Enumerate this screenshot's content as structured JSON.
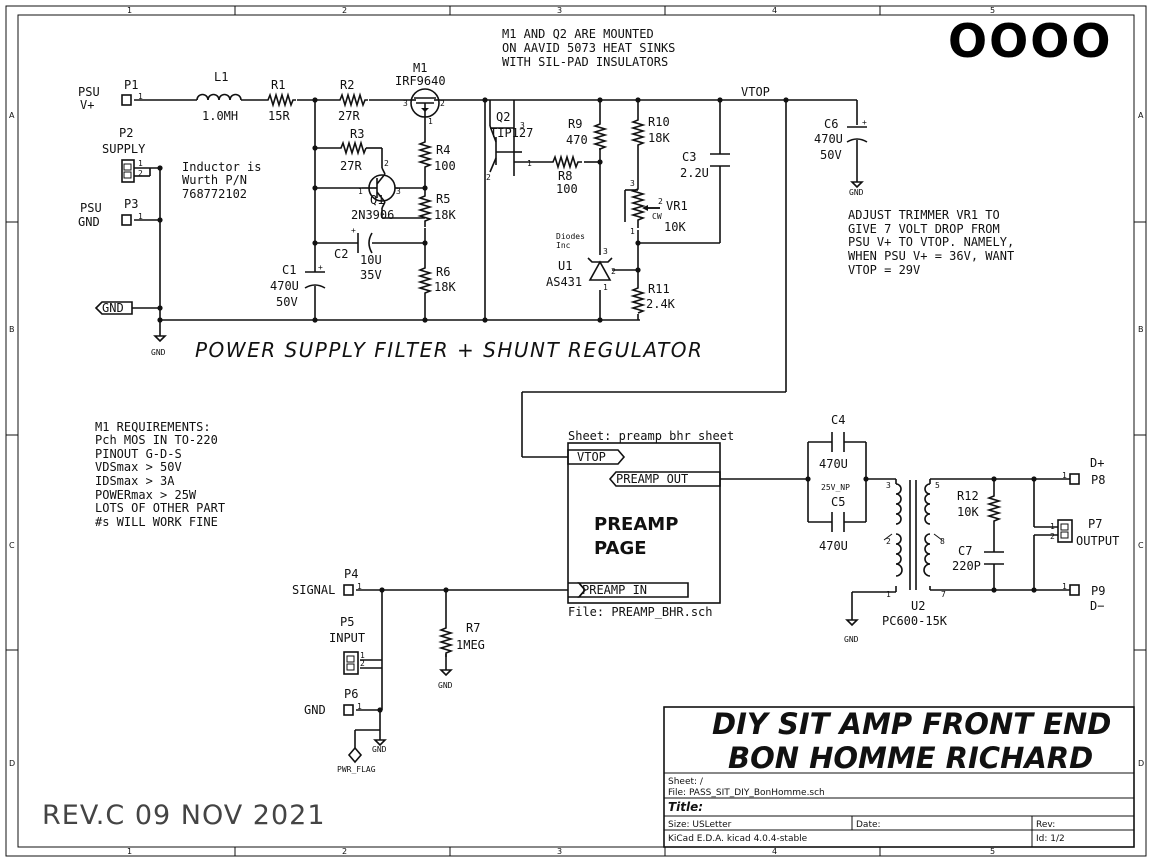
{
  "frame": {
    "cols": [
      "1",
      "2",
      "3",
      "4",
      "5"
    ],
    "rows": [
      "A",
      "B",
      "C",
      "D"
    ]
  },
  "logo": "OOOO",
  "heatsink_note": [
    "M1 AND Q2 ARE MOUNTED",
    "ON AAVID 5073 HEAT SINKS",
    "WITH SIL-PAD INSULATORS"
  ],
  "inductor_note": [
    "Inductor is",
    "Wurth P/N",
    "768772102"
  ],
  "adjust_note": [
    "ADJUST TRIMMER VR1 TO",
    "GIVE 7 VOLT DROP FROM",
    "PSU V+ TO VTOP.  NAMELY,",
    "WHEN PSU V+ = 36V, WANT",
    "VTOP = 29V"
  ],
  "m1_req": [
    "M1 REQUIREMENTS:",
    "Pch MOS IN TO-220",
    "PINOUT G-D-S",
    "VDSmax > 50V",
    "IDSmax > 3A",
    "POWERmax > 25W",
    "LOTS OF OTHER PART",
    "#s WILL WORK FINE"
  ],
  "section_title": "POWER SUPPLY FILTER + SHUNT REGULATOR",
  "connectors": {
    "p1": {
      "ref": "P1",
      "name": "PSU",
      "name2": "V+",
      "pin": "1"
    },
    "p2": {
      "ref": "P2",
      "name": "SUPPLY",
      "pin1": "1",
      "pin2": "2"
    },
    "p3": {
      "ref": "P3",
      "name": "PSU",
      "name2": "GND",
      "pin": "1"
    },
    "p4": {
      "ref": "P4",
      "name": "SIGNAL",
      "pin": "1"
    },
    "p5": {
      "ref": "P5",
      "name": "INPUT",
      "pin1": "1",
      "pin2": "2"
    },
    "p6": {
      "ref": "P6",
      "name": "GND",
      "pin": "1"
    },
    "p7": {
      "ref": "P7",
      "name": "OUTPUT",
      "pin1": "1",
      "pin2": "2"
    },
    "p8": {
      "ref": "P8",
      "name": "D+",
      "pin": "1"
    },
    "p9": {
      "ref": "P9",
      "name": "D−",
      "pin": "1"
    }
  },
  "parts": {
    "L1": {
      "ref": "L1",
      "val": "1.0MH"
    },
    "R1": {
      "ref": "R1",
      "val": "15R"
    },
    "R2": {
      "ref": "R2",
      "val": "27R"
    },
    "R3": {
      "ref": "R3",
      "val": "27R"
    },
    "M1": {
      "ref": "M1",
      "val": "IRF9640",
      "p3": "3",
      "p2": "2",
      "p1": "1"
    },
    "R4": {
      "ref": "R4",
      "val": "100"
    },
    "R5": {
      "ref": "R5",
      "val": "18K"
    },
    "R6": {
      "ref": "R6",
      "val": "18K"
    },
    "Q1": {
      "ref": "Q1",
      "val": "2N3906",
      "p1": "1",
      "p2": "2",
      "p3": "3"
    },
    "C1": {
      "ref": "C1",
      "val": "470U",
      "val2": "50V"
    },
    "C2": {
      "ref": "C2",
      "val": "10U",
      "val2": "35V"
    },
    "Q2": {
      "ref": "Q2",
      "val": "TIP127",
      "p1": "1",
      "p2": "2",
      "p3": "3"
    },
    "R8": {
      "ref": "R8",
      "val": "100"
    },
    "R9": {
      "ref": "R9",
      "val": "470"
    },
    "R10": {
      "ref": "R10",
      "val": "18K"
    },
    "C3": {
      "ref": "C3",
      "val": "2.2U"
    },
    "VR1": {
      "ref": "VR1",
      "val": "10K",
      "cw": "CW",
      "p1": "1",
      "p2": "2",
      "p3": "3"
    },
    "U1": {
      "ref": "U1",
      "val": "AS431",
      "mfr1": "Diodes",
      "mfr2": "Inc",
      "p1": "1",
      "p2": "2",
      "p3": "3"
    },
    "R11": {
      "ref": "R11",
      "val": "2.4K"
    },
    "C6": {
      "ref": "C6",
      "val": "470U",
      "val2": "50V"
    },
    "C4": {
      "ref": "C4",
      "val": "470U"
    },
    "C5": {
      "ref": "C5",
      "val": "470U",
      "rating": "25V_NP"
    },
    "R12": {
      "ref": "R12",
      "val": "10K"
    },
    "C7": {
      "ref": "C7",
      "val": "220P"
    },
    "U2": {
      "ref": "U2",
      "val": "PC600-15K",
      "p1": "1",
      "p3": "3",
      "p5": "5",
      "p7": "7",
      "p2": "2",
      "p8": "8"
    },
    "R7": {
      "ref": "R7",
      "val": "1MEG"
    }
  },
  "nets": {
    "gnd": "GND",
    "vtop": "VTOP",
    "pwr_flag": "PWR_FLAG"
  },
  "sheet": {
    "name": "Sheet: preamp bhr sheet",
    "file": "File: PREAMP_BHR.sch",
    "title1": "PREAMP",
    "title2": "PAGE",
    "vtop_pin": "VTOP",
    "out_pin": "PREAMP_OUT",
    "in_pin": "PREAMP_IN"
  },
  "revision": "REV.C   09 NOV 2021",
  "title_block": {
    "line1": "DIY SIT AMP FRONT END",
    "line2": "BON HOMME RICHARD",
    "sheet": "Sheet: /",
    "file": "File: PASS_SIT_DIY_BonHomme.sch",
    "title_label": "Title:",
    "size": "Size: USLetter",
    "date": "Date:",
    "rev": "Rev:",
    "tool": "KiCad E.D.A.  kicad 4.0.4-stable",
    "id": "Id: 1/2"
  }
}
